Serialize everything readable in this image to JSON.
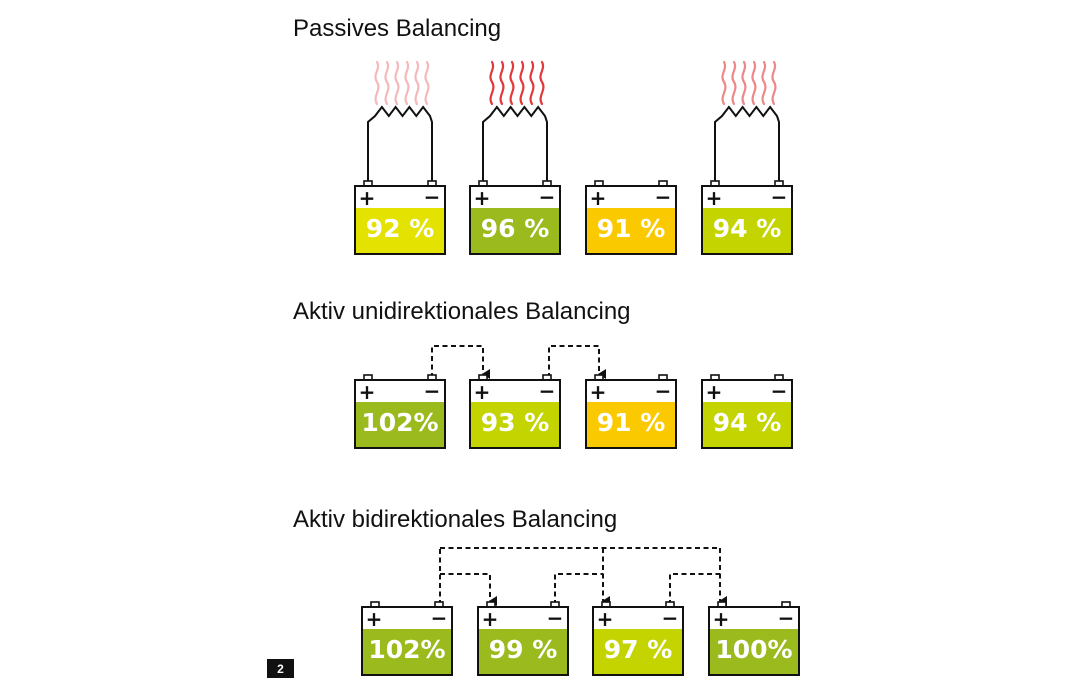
{
  "colors": {
    "yellow": "#e4e200",
    "green": "#9bba1d",
    "lime": "#c3d400",
    "orange": "#fbc900",
    "heat": "#e2393c",
    "line": "#111111"
  },
  "figure_number": "2",
  "sections": [
    {
      "title": "Passives Balancing",
      "cells": [
        {
          "label": "92 %",
          "color": "yellow",
          "resistor": true,
          "heat": "light"
        },
        {
          "label": "96 %",
          "color": "green",
          "resistor": true,
          "heat": "strong"
        },
        {
          "label": "91 %",
          "color": "orange",
          "resistor": false,
          "heat": "none"
        },
        {
          "label": "94 %",
          "color": "lime",
          "resistor": true,
          "heat": "medium"
        }
      ]
    },
    {
      "title": "Aktiv unidirektionales Balancing",
      "cells": [
        {
          "label": "102%",
          "color": "green"
        },
        {
          "label": "93 %",
          "color": "lime"
        },
        {
          "label": "91 %",
          "color": "orange"
        },
        {
          "label": "94 %",
          "color": "lime"
        }
      ]
    },
    {
      "title": "Aktiv bidirektionales Balancing",
      "cells": [
        {
          "label": "102%",
          "color": "green"
        },
        {
          "label": "99 %",
          "color": "green"
        },
        {
          "label": "97 %",
          "color": "lime"
        },
        {
          "label": "100%",
          "color": "green"
        }
      ]
    }
  ],
  "symbols": {
    "plus": "+",
    "minus": "−"
  }
}
